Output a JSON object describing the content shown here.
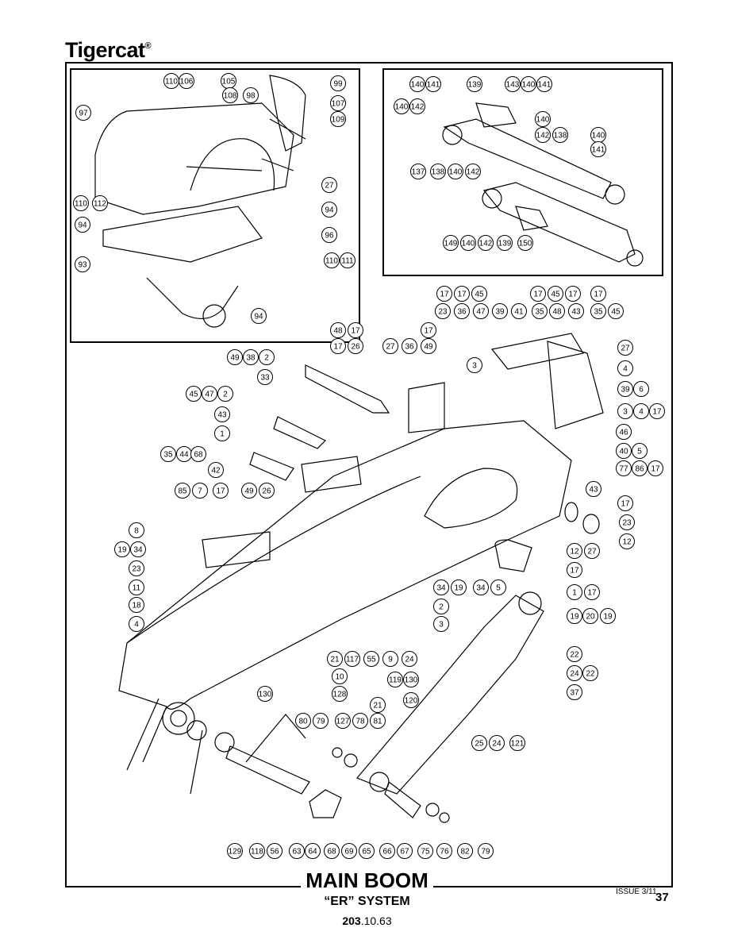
{
  "header": {
    "brand": "Tigercat",
    "brand_mark": "®"
  },
  "footer": {
    "title": "MAIN BOOM",
    "subtitle": "“ER” SYSTEM",
    "code_bold": "203",
    "code_rest": ".10.63",
    "issue": "ISSUE 3/11",
    "page_number": "37"
  },
  "inset_left_callouts": [
    "110",
    "106",
    "105",
    "108",
    "98",
    "99",
    "107",
    "109",
    "97",
    "27",
    "94",
    "110",
    "112",
    "94",
    "96",
    "93",
    "110",
    "111",
    "94"
  ],
  "inset_right_callouts": [
    "140",
    "141",
    "139",
    "143",
    "140",
    "141",
    "140",
    "142",
    "140",
    "142",
    "138",
    "140",
    "141",
    "137",
    "138",
    "140",
    "142",
    "149",
    "140",
    "142",
    "139",
    "150"
  ],
  "main_callouts": [
    "17",
    "17",
    "45",
    "17",
    "45",
    "17",
    "17",
    "23",
    "36",
    "47",
    "39",
    "41",
    "35",
    "48",
    "43",
    "35",
    "45",
    "48",
    "17",
    "17",
    "17",
    "26",
    "27",
    "36",
    "49",
    "27",
    "49",
    "38",
    "2",
    "3",
    "4",
    "33",
    "39",
    "6",
    "45",
    "47",
    "2",
    "3",
    "4",
    "17",
    "43",
    "46",
    "1",
    "40",
    "5",
    "35",
    "44",
    "68",
    "77",
    "86",
    "17",
    "42",
    "43",
    "85",
    "7",
    "17",
    "49",
    "26",
    "17",
    "23",
    "12",
    "8",
    "12",
    "27",
    "19",
    "34",
    "17",
    "23",
    "11",
    "34",
    "19",
    "34",
    "5",
    "1",
    "17",
    "18",
    "19",
    "20",
    "19",
    "2",
    "3",
    "4",
    "22",
    "21",
    "117",
    "55",
    "9",
    "24",
    "10",
    "24",
    "22",
    "119",
    "130",
    "120",
    "130",
    "128",
    "37",
    "21",
    "127",
    "78",
    "81",
    "80",
    "79",
    "25",
    "24",
    "121",
    "129",
    "118",
    "56",
    "63",
    "64",
    "68",
    "69",
    "65",
    "66",
    "67",
    "75",
    "76",
    "82",
    "79",
    "80",
    "81"
  ]
}
